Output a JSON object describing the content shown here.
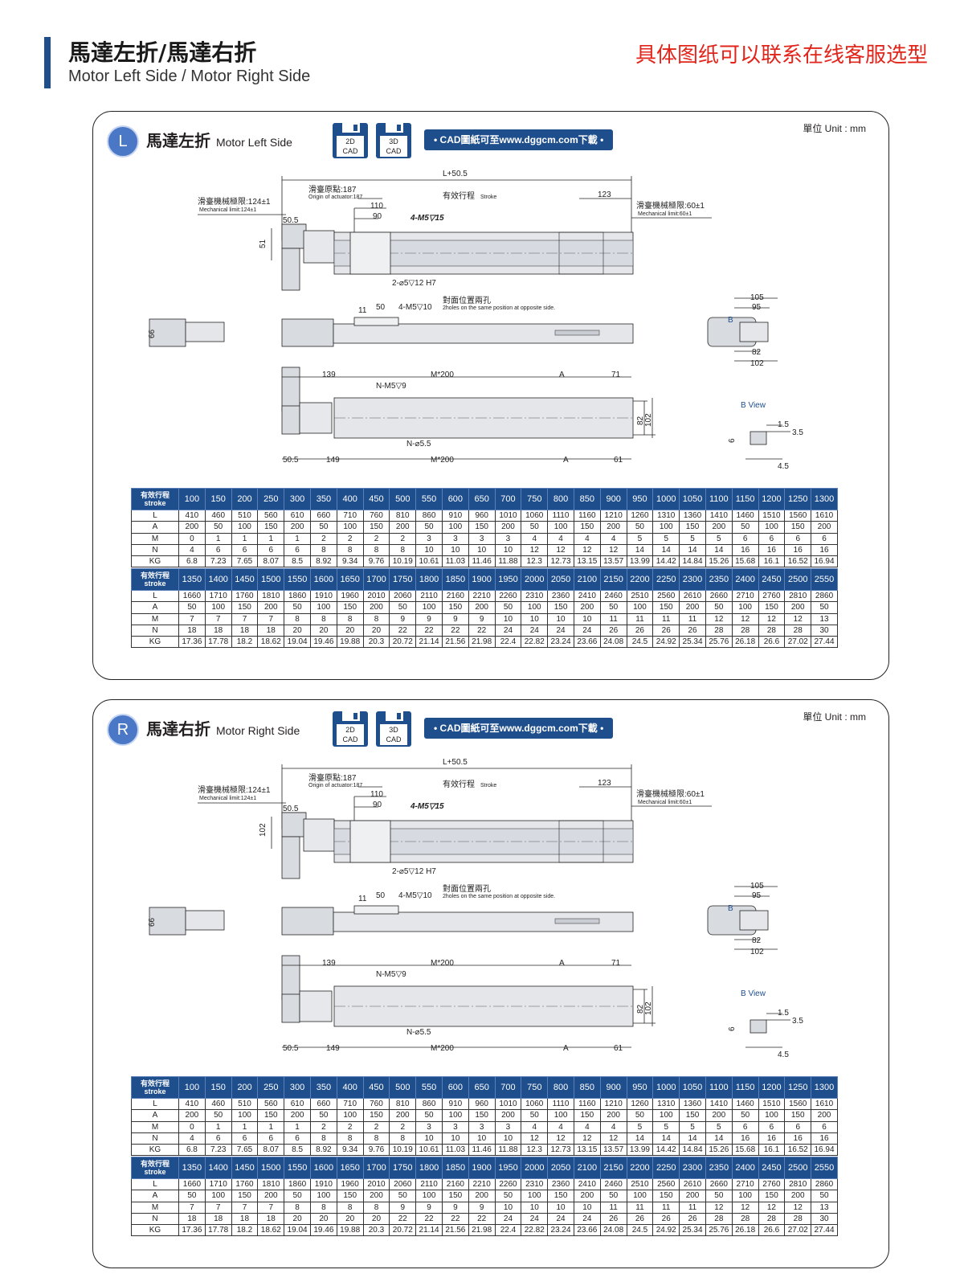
{
  "header": {
    "title": "馬達左折/馬達右折",
    "subtitle": "Motor Left Side / Motor Right Side",
    "note": "具体图纸可以联系在线客服选型"
  },
  "colors": {
    "brand": "#1f4e8c",
    "badge": "#4a77c6",
    "note": "#e1251b"
  },
  "panels": {
    "left": {
      "badge": "L",
      "title_cn": "馬達左折",
      "title_en": "Motor Left Side",
      "cad2d_top": "2D",
      "cad2d_bottom": "CAD",
      "cad3d_top": "3D",
      "cad3d_bottom": "CAD",
      "cad_link": "• CAD圖紙可至www.dggcm.com下載 •",
      "unit": "單位 Unit : mm",
      "dims": {
        "total": "L+50.5",
        "origin_cn": "滑臺原點:187",
        "origin_en": "Origin of actuator:187",
        "stroke_cn": "有效行程",
        "stroke_en": "Stroke",
        "d123": "123",
        "mech124_cn": "滑臺機械極限:124±1",
        "mech124_en": "Mechanical limit:124±1",
        "mech60_cn": "滑臺機械極限:60±1",
        "mech60_en": "Mechanical limit:60±1",
        "d110": "110",
        "d90": "90",
        "hole1": "4-M5▽15",
        "d50_5": "50.5",
        "d51": "51",
        "pin": "2-⌀5▽12 H7",
        "opp_cn": "對面位置兩孔",
        "opp_en": "2holes on the same position at opposite side.",
        "d11": "11",
        "d50": "50",
        "hole2": "4-M5▽10",
        "d66": "66",
        "d105": "105",
        "d95": "95",
        "b": "B",
        "d82": "82",
        "d102": "102",
        "d139": "139",
        "m200": "M*200",
        "a": "A",
        "d71": "71",
        "nm5": "N-M5▽9",
        "n55": "N-⌀5.5",
        "d149": "149",
        "d61": "61",
        "d82b": "82",
        "d102b": "102",
        "bview": "B  View",
        "d1_5": "1.5",
        "d3_5": "3.5",
        "d6": "6",
        "d4_5": "4.5"
      }
    },
    "right": {
      "badge": "R",
      "title_cn": "馬達右折",
      "title_en": "Motor Right Side",
      "cad2d_top": "2D",
      "cad2d_bottom": "CAD",
      "cad3d_top": "3D",
      "cad3d_bottom": "CAD",
      "cad_link": "• CAD圖紙可至www.dggcm.com下載 •",
      "unit": "單位 Unit : mm",
      "dims": {
        "total": "L+50.5",
        "origin_cn": "滑臺原點:187",
        "origin_en": "Origin of actuator:187",
        "stroke_cn": "有效行程",
        "stroke_en": "Stroke",
        "d123": "123",
        "mech124_cn": "滑臺機械極限:124±1",
        "mech124_en": "Mechanical limit:124±1",
        "mech60_cn": "滑臺機械極限:60±1",
        "mech60_en": "Mechanical limit:60±1",
        "d110": "110",
        "d90": "90",
        "hole1": "4-M5▽15",
        "d50_5": "50.5",
        "d51": "102",
        "pin": "2-⌀5▽12 H7",
        "opp_cn": "對面位置兩孔",
        "opp_en": "2holes on the same position at opposite side.",
        "d11": "11",
        "d50": "50",
        "hole2": "4-M5▽10",
        "d66": "66",
        "d105": "105",
        "d95": "95",
        "b": "B",
        "d82": "82",
        "d102": "102",
        "d139": "139",
        "m200": "M*200",
        "a": "A",
        "d71": "71",
        "nm5": "N-M5▽9",
        "n55": "N-⌀5.5",
        "d149": "149",
        "d61": "61",
        "d82b": "82",
        "d102b": "102",
        "bview": "B  View",
        "d1_5": "1.5",
        "d3_5": "3.5",
        "d6": "6",
        "d4_5": "4.5"
      }
    }
  },
  "table": {
    "header_cn": "有效行程",
    "header_en": "stroke",
    "row_labels": [
      "L",
      "A",
      "M",
      "N",
      "KG"
    ],
    "blocks": [
      {
        "stroke": [
          "100",
          "150",
          "200",
          "250",
          "300",
          "350",
          "400",
          "450",
          "500",
          "550",
          "600",
          "650",
          "700",
          "750",
          "800",
          "850",
          "900",
          "950",
          "1000",
          "1050",
          "1100",
          "1150",
          "1200",
          "1250",
          "1300"
        ],
        "L": [
          "410",
          "460",
          "510",
          "560",
          "610",
          "660",
          "710",
          "760",
          "810",
          "860",
          "910",
          "960",
          "1010",
          "1060",
          "1110",
          "1160",
          "1210",
          "1260",
          "1310",
          "1360",
          "1410",
          "1460",
          "1510",
          "1560",
          "1610"
        ],
        "A": [
          "200",
          "50",
          "100",
          "150",
          "200",
          "50",
          "100",
          "150",
          "200",
          "50",
          "100",
          "150",
          "200",
          "50",
          "100",
          "150",
          "200",
          "50",
          "100",
          "150",
          "200",
          "50",
          "100",
          "150",
          "200"
        ],
        "M": [
          "0",
          "1",
          "1",
          "1",
          "1",
          "2",
          "2",
          "2",
          "2",
          "3",
          "3",
          "3",
          "3",
          "4",
          "4",
          "4",
          "4",
          "5",
          "5",
          "5",
          "5",
          "6",
          "6",
          "6",
          "6"
        ],
        "N": [
          "4",
          "6",
          "6",
          "6",
          "6",
          "8",
          "8",
          "8",
          "8",
          "10",
          "10",
          "10",
          "10",
          "12",
          "12",
          "12",
          "12",
          "14",
          "14",
          "14",
          "14",
          "16",
          "16",
          "16",
          "16"
        ],
        "KG": [
          "6.8",
          "7.23",
          "7.65",
          "8.07",
          "8.5",
          "8.92",
          "9.34",
          "9.76",
          "10.19",
          "10.61",
          "11.03",
          "11.46",
          "11.88",
          "12.3",
          "12.73",
          "13.15",
          "13.57",
          "13.99",
          "14.42",
          "14.84",
          "15.26",
          "15.68",
          "16.1",
          "16.52",
          "16.94"
        ]
      },
      {
        "stroke": [
          "1350",
          "1400",
          "1450",
          "1500",
          "1550",
          "1600",
          "1650",
          "1700",
          "1750",
          "1800",
          "1850",
          "1900",
          "1950",
          "2000",
          "2050",
          "2100",
          "2150",
          "2200",
          "2250",
          "2300",
          "2350",
          "2400",
          "2450",
          "2500",
          "2550"
        ],
        "L": [
          "1660",
          "1710",
          "1760",
          "1810",
          "1860",
          "1910",
          "1960",
          "2010",
          "2060",
          "2110",
          "2160",
          "2210",
          "2260",
          "2310",
          "2360",
          "2410",
          "2460",
          "2510",
          "2560",
          "2610",
          "2660",
          "2710",
          "2760",
          "2810",
          "2860"
        ],
        "A": [
          "50",
          "100",
          "150",
          "200",
          "50",
          "100",
          "150",
          "200",
          "50",
          "100",
          "150",
          "200",
          "50",
          "100",
          "150",
          "200",
          "50",
          "100",
          "150",
          "200",
          "50",
          "100",
          "150",
          "200",
          "50"
        ],
        "M": [
          "7",
          "7",
          "7",
          "7",
          "8",
          "8",
          "8",
          "8",
          "9",
          "9",
          "9",
          "9",
          "10",
          "10",
          "10",
          "10",
          "11",
          "11",
          "11",
          "11",
          "12",
          "12",
          "12",
          "12",
          "13"
        ],
        "N": [
          "18",
          "18",
          "18",
          "18",
          "20",
          "20",
          "20",
          "20",
          "22",
          "22",
          "22",
          "22",
          "24",
          "24",
          "24",
          "24",
          "26",
          "26",
          "26",
          "26",
          "28",
          "28",
          "28",
          "28",
          "30"
        ],
        "KG": [
          "17.36",
          "17.78",
          "18.2",
          "18.62",
          "19.04",
          "19.46",
          "19.88",
          "20.3",
          "20.72",
          "21.14",
          "21.56",
          "21.98",
          "22.4",
          "22.82",
          "23.24",
          "23.66",
          "24.08",
          "24.5",
          "24.92",
          "25.34",
          "25.76",
          "26.18",
          "26.6",
          "27.02",
          "27.44"
        ]
      }
    ]
  }
}
